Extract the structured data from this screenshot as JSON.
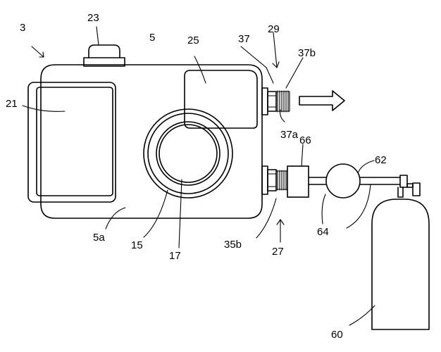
{
  "labels": {
    "l3": "3",
    "l5": "5",
    "l5a": "5a",
    "l15": "15",
    "l17": "17",
    "l21": "21",
    "l23": "23",
    "l25": "25",
    "l27": "27",
    "l29": "29",
    "l35b": "35b",
    "l37": "37",
    "l37a": "37a",
    "l37b": "37b",
    "l60": "60",
    "l62": "62",
    "l64": "64",
    "l66": "66"
  }
}
